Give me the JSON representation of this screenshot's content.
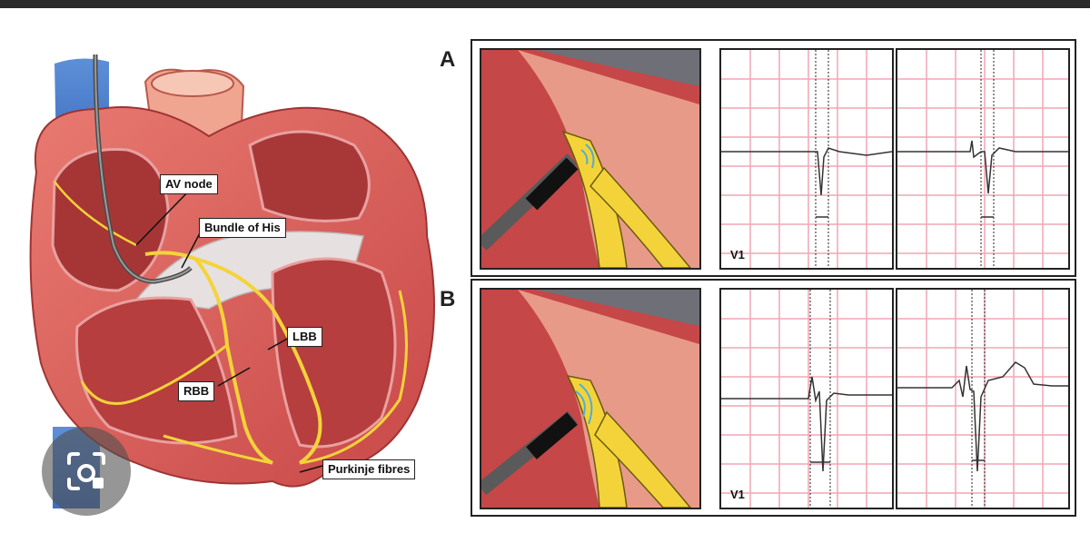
{
  "labels": {
    "av_node": "AV node",
    "bundle_his": "Bundle of His",
    "lbb": "LBB",
    "rbb": "RBB",
    "purkinje": "Purkinje fibres"
  },
  "panels": [
    {
      "letter": "A",
      "lead": "V1"
    },
    {
      "letter": "B",
      "lead": "V1"
    }
  ],
  "colors": {
    "grid": "#f2a6b4",
    "conduction": "#f4d33a",
    "myocardium": "#c9494a",
    "lead_wire": "#555555"
  },
  "icons": [
    "camera-lens-icon"
  ]
}
